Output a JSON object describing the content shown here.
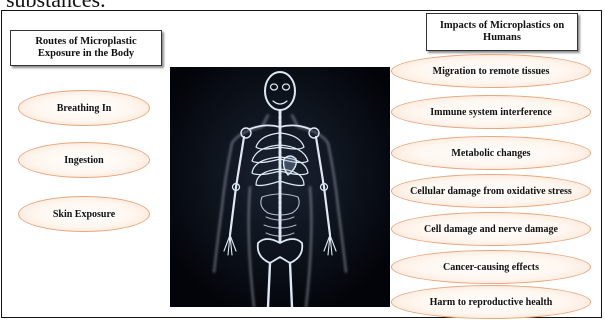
{
  "top_caption": "substances.",
  "routes": {
    "title": "Routes of Microplastic Exposure in the Body",
    "items": [
      "Breathing In",
      "Ingestion",
      "Skin Exposure"
    ]
  },
  "impacts": {
    "title": "Impacts of Microplastics on Humans",
    "items": [
      "Migration to remote tissues",
      "Immune system interference",
      "Metabolic changes",
      "Cellular damage from oxidative stress",
      "Cell damage and nerve damage",
      "Cancer-causing effects",
      "Harm to reproductive health"
    ]
  },
  "colors": {
    "pill_border": "#e8a77e",
    "pill_fill": "#f9dcc8",
    "xray_background": "#020409",
    "xray_glow": "#dfe9f5"
  }
}
